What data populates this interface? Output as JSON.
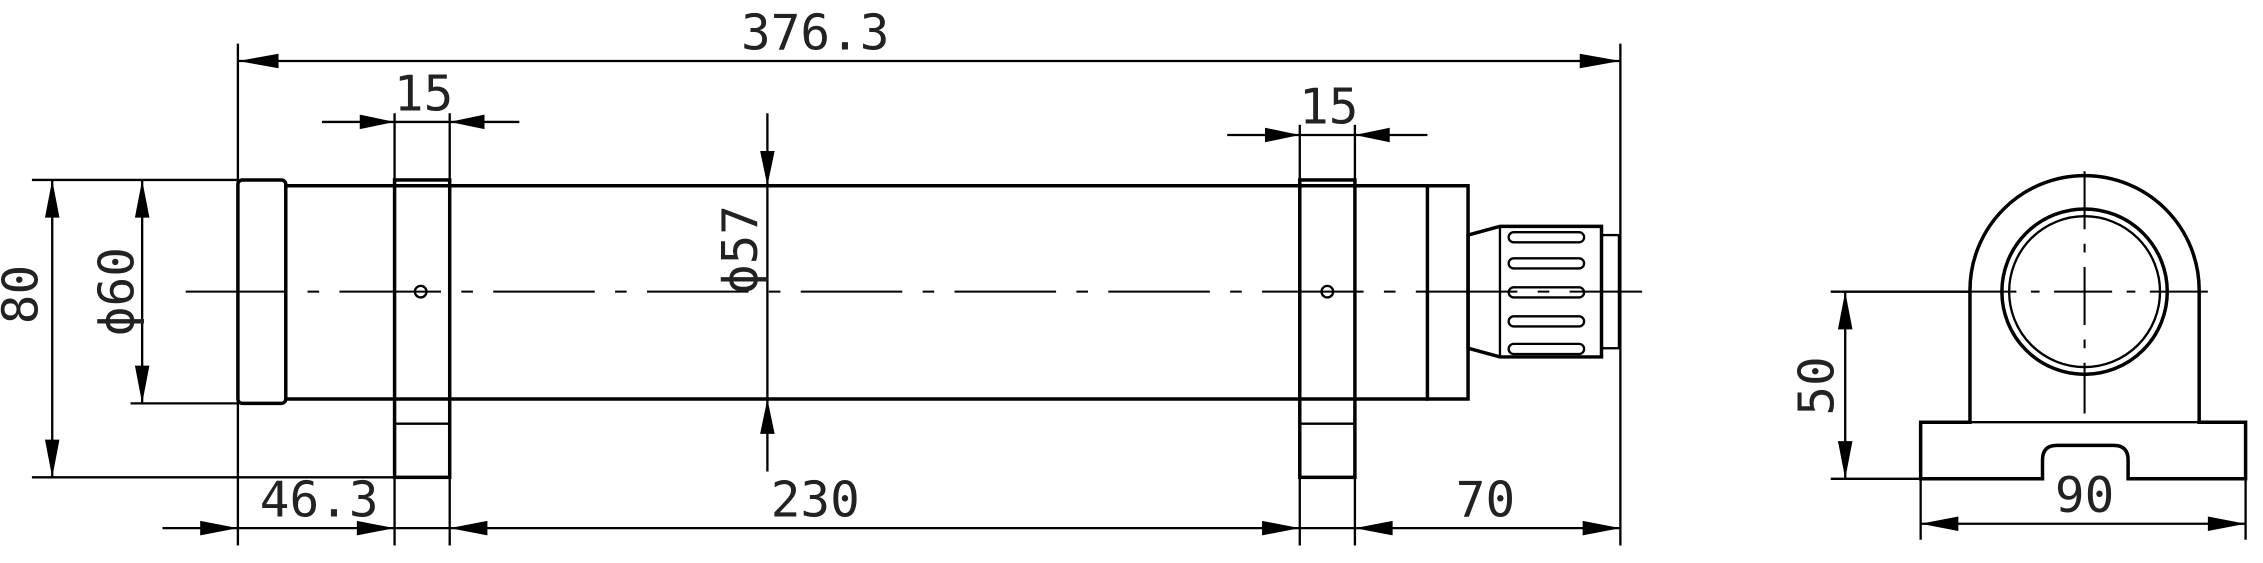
{
  "drawing": {
    "type": "engineering-drawing",
    "dimensions": {
      "overall_length": "376.3",
      "flange_left_width": "15",
      "flange_right_width": "15",
      "body_diameter": "ϕ57",
      "end_cap_diameter": "ϕ60",
      "overall_height": "80",
      "offset_left": "46.3",
      "between_flanges": "230",
      "right_extension": "70",
      "center_height": "50",
      "base_width": "90"
    }
  }
}
